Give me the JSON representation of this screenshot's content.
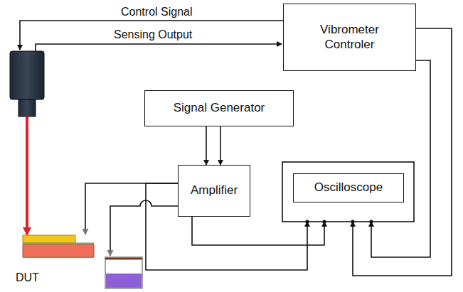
{
  "diagram": {
    "nodes": [
      {
        "text": [
          "Vibrometer Controler"
        ]
      },
      {
        "text": [
          "Signal Generator"
        ]
      },
      {
        "text": [
          "Amplifier"
        ]
      },
      {
        "text": [
          "Oscilloscope"
        ]
      }
    ],
    "edges": [
      {
        "from": 1,
        "to": 2,
        "arrow": "to"
      },
      {
        "from": 1,
        "to": 2,
        "arrow": "to"
      },
      {
        "from": 2,
        "to": 3,
        "arrow": "to"
      },
      {
        "from": 2,
        "to": 3,
        "arrow": "to"
      },
      {
        "from": 0,
        "to": 3,
        "arrow": "to"
      },
      {
        "from": 0,
        "to": 3,
        "arrow": "to"
      }
    ],
    "labels": [
      "Control Signal",
      "Sensing Output",
      "DUT"
    ]
  }
}
